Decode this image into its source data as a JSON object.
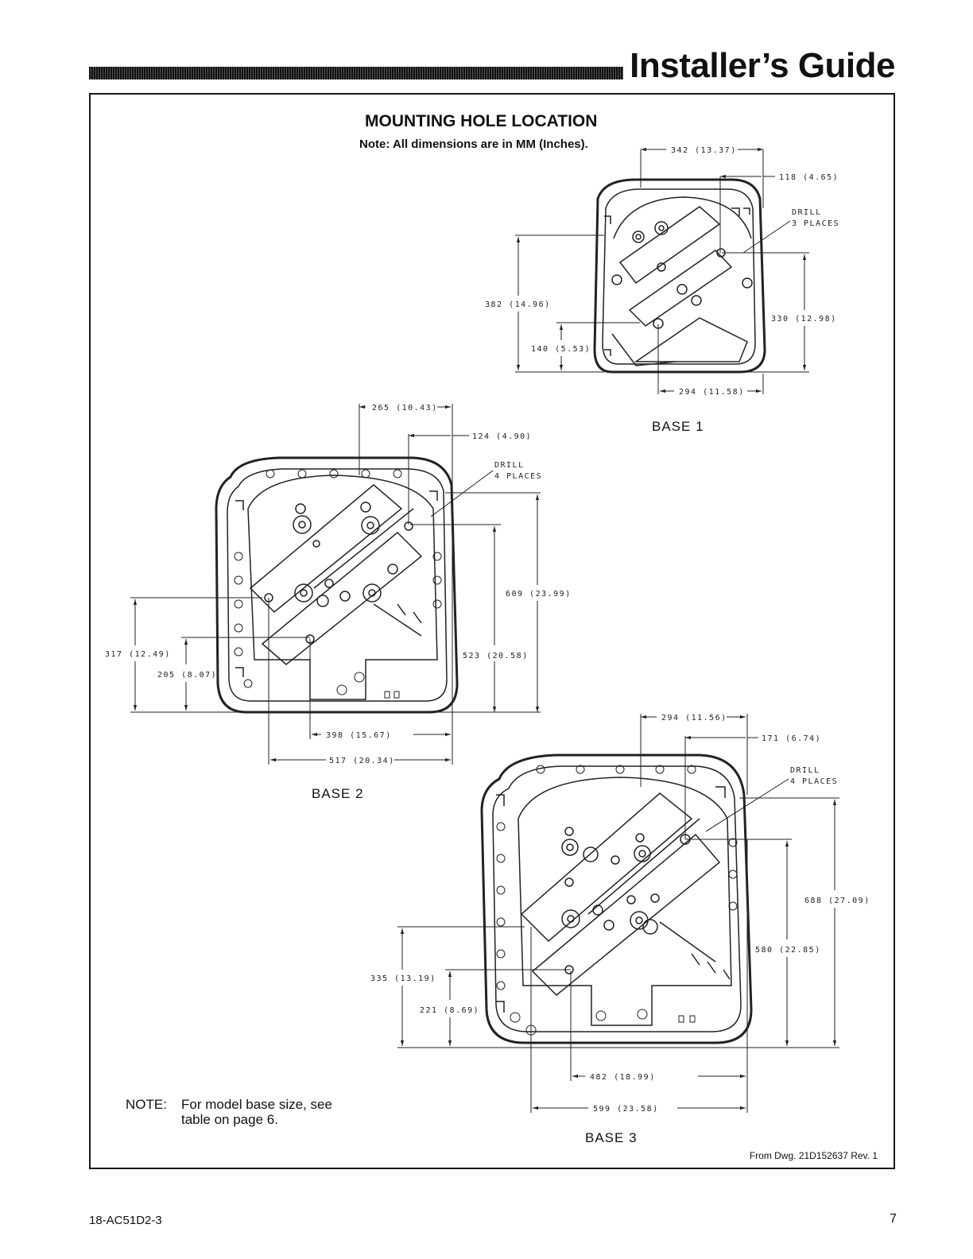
{
  "header": {
    "title": "Installer’s Guide"
  },
  "section": {
    "title": "MOUNTING HOLE LOCATION",
    "note": "Note: All dimensions are in MM (Inches)."
  },
  "bases": [
    {
      "name": "BASE 1",
      "dims": {
        "overall_top": "342 (13.37)",
        "top_offset": "118 (4.65)",
        "drill": [
          "DRILL",
          "3 PLACES"
        ],
        "left_tall": "382 (14.96)",
        "left_short": "140 (5.53)",
        "right": "330 (12.98)",
        "bottom": "294 (11.58)"
      }
    },
    {
      "name": "BASE 2",
      "dims": {
        "overall_top": "265 (10.43)",
        "top_offset": "124 (4.90)",
        "drill": [
          "DRILL",
          "4 PLACES"
        ],
        "right_tall": "609 (23.99)",
        "right_short": "523 (20.58)",
        "left_tall": "317 (12.49)",
        "left_short": "205 (8.07)",
        "bottom_inner": "398 (15.67)",
        "bottom_outer": "517 (20.34)"
      }
    },
    {
      "name": "BASE 3",
      "dims": {
        "overall_top": "294 (11.56)",
        "top_offset": "171 (6.74)",
        "drill": [
          "DRILL",
          "4 PLACES"
        ],
        "right_tall": "688 (27.09)",
        "right_short": "580 (22.85)",
        "left_tall": "335 (13.19)",
        "left_short": "221 (8.69)",
        "bottom_inner": "482 (18.99)",
        "bottom_outer": "599 (23.58)"
      }
    }
  ],
  "model_note": {
    "label": "NOTE:",
    "text": "For model base size, see table on page 6."
  },
  "drawing_ref": "From Dwg. 21D152637  Rev. 1",
  "footer": {
    "doc_number": "18-AC51D2-3",
    "page_number": "7"
  }
}
